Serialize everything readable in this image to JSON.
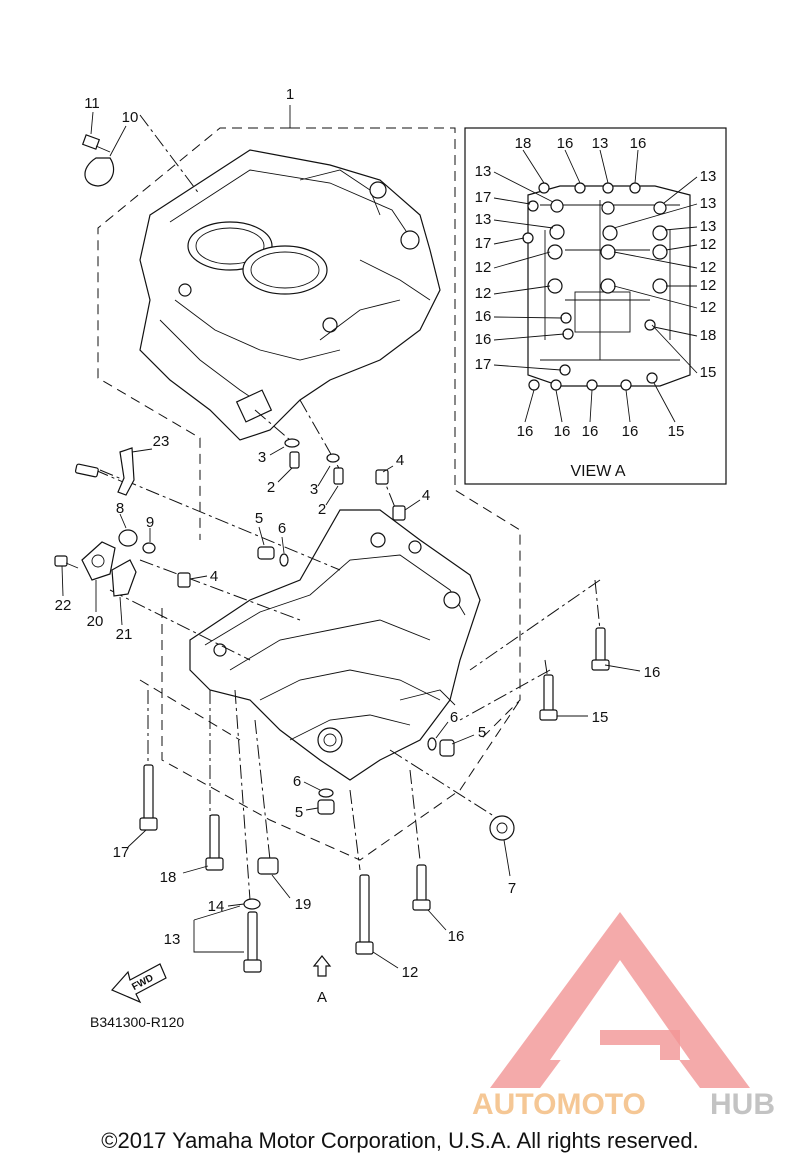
{
  "diagram": {
    "part_labels": {
      "p1": "1",
      "p2a": "2",
      "p2b": "2",
      "p3a": "3",
      "p3b": "3",
      "p4a": "4",
      "p4b": "4",
      "p4c": "4",
      "p5a": "5",
      "p5b": "5",
      "p5c": "5",
      "p6a": "6",
      "p6b": "6",
      "p6c": "6",
      "p7": "7",
      "p8": "8",
      "p9": "9",
      "p10": "10",
      "p11": "11",
      "p12": "12",
      "p13": "13",
      "p14": "14",
      "p15": "15",
      "p16a": "16",
      "p16b": "16",
      "p17": "17",
      "p18": "18",
      "p19": "19",
      "p20": "20",
      "p21": "21",
      "p22": "22",
      "p23": "23"
    },
    "view_a": {
      "title": "VIEW A",
      "top_labels": [
        "18",
        "16",
        "13",
        "16"
      ],
      "left_labels": [
        "13",
        "17",
        "13",
        "17",
        "12",
        "12",
        "16",
        "16",
        "17"
      ],
      "right_labels": [
        "13",
        "13",
        "13",
        "12",
        "12",
        "12",
        "12",
        "18",
        "15"
      ],
      "bottom_labels": [
        "16",
        "16",
        "16",
        "16",
        "15"
      ]
    },
    "direction_arrow": "FWD",
    "view_marker": "A",
    "diagram_code": "B341300-R120"
  },
  "watermark": {
    "brand_part1": "AUTOMOTO",
    "brand_part2": "HUB",
    "accent_color": "#f08a8a",
    "text_color_1": "#f5c28a",
    "text_color_2": "#bdbdbd"
  },
  "footer": {
    "copyright": "©2017 Yamaha Motor Corporation, U.S.A. All rights reserved."
  }
}
